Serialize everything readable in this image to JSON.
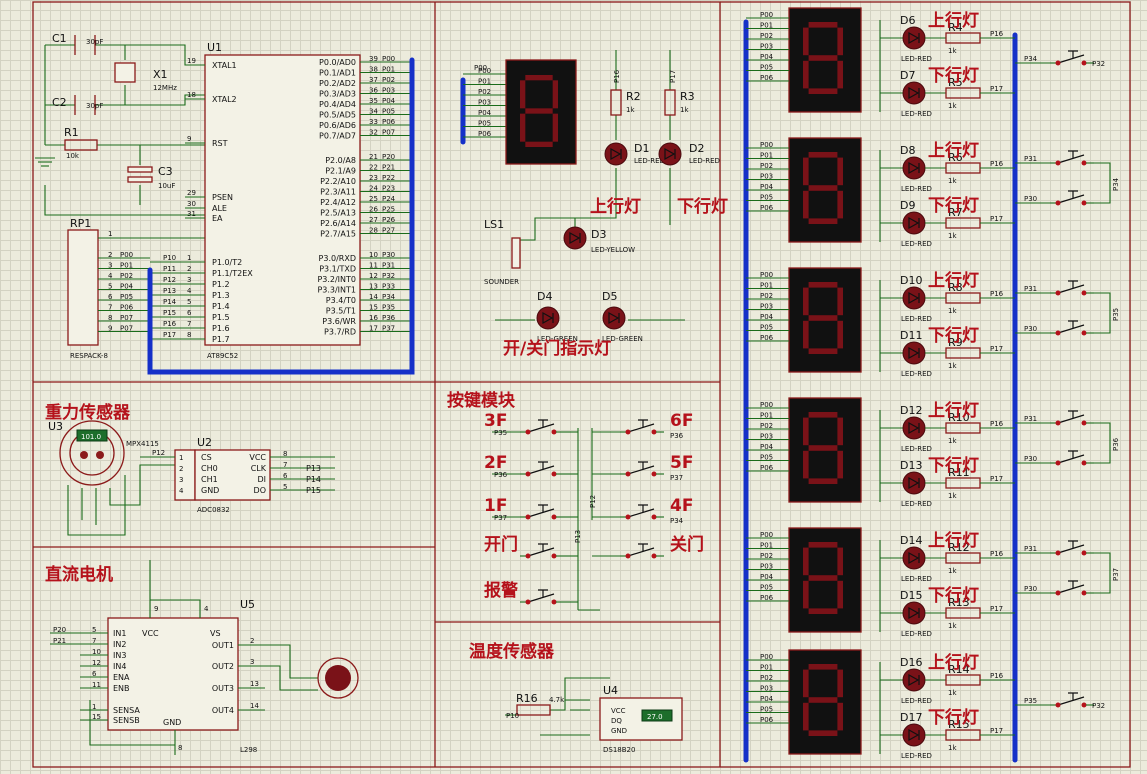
{
  "labels": {
    "c1": "C1",
    "c1_value": "30pF",
    "c2": "C2",
    "c2_value": "30pF",
    "x1": "X1",
    "x1_value": "12MHz",
    "r1": "R1",
    "r1_value": "10k",
    "c3": "C3",
    "c3_value": "10uF",
    "rp1": "RP1",
    "rp1_type": "RESPACK-8",
    "u1": "U1",
    "u1_type": "AT89C52",
    "net_p16": "P16",
    "net_p17": "P17",
    "r2": "R2",
    "r2_value": "1k",
    "r3": "R3",
    "r3_value": "1k",
    "up_lamp": "上行灯",
    "down_lamp": "下行灯",
    "ls1": "LS1",
    "ls1_type": "SOUNDER",
    "door_lamp": "开/关门指示灯",
    "gravity_title": "重力传感器",
    "u3": "U3",
    "u3_type": "MPX4115",
    "mpx_reading": "101.0",
    "u2": "U2",
    "u2_type": "ADC0832",
    "motor_title": "直流电机",
    "u5": "U5",
    "u5_type": "L298",
    "key_title": "按键模块",
    "net_p12": "P12",
    "net_p13": "P13",
    "temp_title": "温度传感器",
    "r16": "R16",
    "r16_value": "4.7k",
    "net_p10": "P10",
    "u4": "U4",
    "u4_type": "DS18B20",
    "ds_vcc": "VCC",
    "ds_dq": "DQ",
    "ds_gnd": "GND",
    "temp_reading": "27.0"
  },
  "mcu_left_pins": [
    {
      "num": "19",
      "name": "XTAL1"
    },
    {
      "num": "18",
      "name": "XTAL2"
    },
    {
      "num": "9",
      "name": "RST"
    },
    {
      "num": "29",
      "name": "PSEN"
    },
    {
      "num": "30",
      "name": "ALE"
    },
    {
      "num": "31",
      "name": "EA"
    },
    {
      "num": "1",
      "name": "P1.0/T2",
      "net": "P10"
    },
    {
      "num": "2",
      "name": "P1.1/T2EX",
      "net": "P11"
    },
    {
      "num": "3",
      "name": "P1.2",
      "net": "P12"
    },
    {
      "num": "4",
      "name": "P1.3",
      "net": "P13"
    },
    {
      "num": "5",
      "name": "P1.4",
      "net": "P14"
    },
    {
      "num": "6",
      "name": "P1.5",
      "net": "P15"
    },
    {
      "num": "7",
      "name": "P1.6",
      "net": "P16"
    },
    {
      "num": "8",
      "name": "P1.7",
      "net": "P17"
    }
  ],
  "mcu_right_pins": [
    {
      "num": "39",
      "name": "P0.0/AD0",
      "net": "P00"
    },
    {
      "num": "38",
      "name": "P0.1/AD1",
      "net": "P01"
    },
    {
      "num": "37",
      "name": "P0.2/AD2",
      "net": "P02"
    },
    {
      "num": "36",
      "name": "P0.3/AD3",
      "net": "P03"
    },
    {
      "num": "35",
      "name": "P0.4/AD4",
      "net": "P04"
    },
    {
      "num": "34",
      "name": "P0.5/AD5",
      "net": "P05"
    },
    {
      "num": "33",
      "name": "P0.6/AD6",
      "net": "P06"
    },
    {
      "num": "32",
      "name": "P0.7/AD7",
      "net": "P07"
    },
    {
      "num": "21",
      "name": "P2.0/A8",
      "net": "P20"
    },
    {
      "num": "22",
      "name": "P2.1/A9",
      "net": "P21"
    },
    {
      "num": "23",
      "name": "P2.2/A10",
      "net": "P22"
    },
    {
      "num": "24",
      "name": "P2.3/A11",
      "net": "P23"
    },
    {
      "num": "25",
      "name": "P2.4/A12",
      "net": "P24"
    },
    {
      "num": "26",
      "name": "P2.5/A13",
      "net": "P25"
    },
    {
      "num": "27",
      "name": "P2.6/A14",
      "net": "P26"
    },
    {
      "num": "28",
      "name": "P2.7/A15",
      "net": "P27"
    },
    {
      "num": "10",
      "name": "P3.0/RXD",
      "net": "P30"
    },
    {
      "num": "11",
      "name": "P3.1/TXD",
      "net": "P31"
    },
    {
      "num": "12",
      "name": "P3.2/INT0",
      "net": "P32"
    },
    {
      "num": "13",
      "name": "P3.3/INT1",
      "net": "P33"
    },
    {
      "num": "14",
      "name": "P3.4/T0",
      "net": "P34"
    },
    {
      "num": "15",
      "name": "P3.5/T1",
      "net": "P35"
    },
    {
      "num": "16",
      "name": "P3.6/WR",
      "net": "P36"
    },
    {
      "num": "17",
      "name": "P3.7/RD",
      "net": "P37"
    }
  ],
  "respack_pins": [
    {
      "num": "1"
    },
    {
      "num": "2",
      "net": "P00"
    },
    {
      "num": "3",
      "net": "P01"
    },
    {
      "num": "4",
      "net": "P02"
    },
    {
      "num": "5",
      "net": "P04"
    },
    {
      "num": "6",
      "net": "P05"
    },
    {
      "num": "7",
      "net": "P06"
    },
    {
      "num": "8",
      "net": "P07"
    },
    {
      "num": "9",
      "net": "P07"
    }
  ],
  "seg_nets": [
    "P00",
    "P01",
    "P02",
    "P03",
    "P04",
    "P05",
    "P06"
  ],
  "mid_leds": [
    {
      "ref": "D1",
      "type": "LED-RED"
    },
    {
      "ref": "D2",
      "type": "LED-RED"
    },
    {
      "ref": "D3",
      "type": "LED-YELLOW"
    },
    {
      "ref": "D4",
      "type": "LED-GREEN"
    },
    {
      "ref": "D5",
      "type": "LED-GREEN"
    }
  ],
  "adc_pins": {
    "left": [
      {
        "num": "1",
        "name": "CS",
        "net": "P12"
      },
      {
        "num": "2",
        "name": "CH0"
      },
      {
        "num": "3",
        "name": "CH1"
      },
      {
        "num": "4",
        "name": "GND"
      }
    ],
    "right": [
      {
        "num": "8",
        "name": "VCC"
      },
      {
        "num": "7",
        "name": "CLK",
        "net": "P13"
      },
      {
        "num": "6",
        "name": "DI",
        "net": "P14"
      },
      {
        "num": "5",
        "name": "DO",
        "net": "P15"
      }
    ]
  },
  "l298_pins": {
    "left": [
      {
        "num": "5",
        "name": "IN1",
        "net": "P20"
      },
      {
        "num": "7",
        "name": "IN2",
        "net": "P21"
      },
      {
        "num": "10",
        "name": "IN3"
      },
      {
        "num": "12",
        "name": "IN4"
      },
      {
        "num": "6",
        "name": "ENA"
      },
      {
        "num": "11",
        "name": "ENB"
      },
      {
        "num": "1",
        "name": "SENSA"
      },
      {
        "num": "15",
        "name": "SENSB"
      }
    ],
    "right": [
      {
        "num": "2",
        "name": "OUT1"
      },
      {
        "num": "3",
        "name": "OUT2"
      },
      {
        "num": "13",
        "name": "OUT3"
      },
      {
        "num": "14",
        "name": "OUT4"
      }
    ],
    "top": [
      {
        "num": "9",
        "name": "VCC"
      },
      {
        "num": "4",
        "name": "VS"
      }
    ],
    "bottom": [
      {
        "num": "8",
        "name": "GND"
      }
    ]
  },
  "keys": [
    {
      "floor": "3F",
      "net": "P35",
      "side": "left"
    },
    {
      "floor": "2F",
      "net": "P36",
      "side": "left"
    },
    {
      "floor": "1F",
      "net": "P37",
      "side": "left"
    },
    {
      "floor": "开门",
      "net": "",
      "side": "left"
    },
    {
      "floor": "报警",
      "net": "",
      "side": "left"
    },
    {
      "floor": "6F",
      "net": "P36",
      "side": "right"
    },
    {
      "floor": "5F",
      "net": "P37",
      "side": "right"
    },
    {
      "floor": "4F",
      "net": "P34",
      "side": "right"
    },
    {
      "floor": "关门",
      "net": "",
      "side": "right"
    }
  ],
  "floors": [
    {
      "up": {
        "ref": "D6",
        "r": "R4"
      },
      "down": {
        "ref": "D7",
        "r": "R5"
      },
      "keys": [
        {
          "net": "P34",
          "to": "P32"
        }
      ],
      "group": ""
    },
    {
      "up": {
        "ref": "D8",
        "r": "R6"
      },
      "down": {
        "ref": "D9",
        "r": "R7"
      },
      "keys": [
        {
          "net": "P31"
        },
        {
          "net": "P30"
        }
      ],
      "group": "P34"
    },
    {
      "up": {
        "ref": "D10",
        "r": "R8"
      },
      "down": {
        "ref": "D11",
        "r": "R9"
      },
      "keys": [
        {
          "net": "P31"
        },
        {
          "net": "P30"
        }
      ],
      "group": "P35"
    },
    {
      "up": {
        "ref": "D12",
        "r": "R10"
      },
      "down": {
        "ref": "D13",
        "r": "R11"
      },
      "keys": [
        {
          "net": "P31"
        },
        {
          "net": "P30"
        }
      ],
      "group": "P36"
    },
    {
      "up": {
        "ref": "D14",
        "r": "R12"
      },
      "down": {
        "ref": "D15",
        "r": "R13"
      },
      "keys": [
        {
          "net": "P31"
        },
        {
          "net": "P30"
        }
      ],
      "group": "P37"
    },
    {
      "up": {
        "ref": "D16",
        "r": "R14"
      },
      "down": {
        "ref": "D17",
        "r": "R15"
      },
      "keys": [
        {
          "net": "P35",
          "to": "P32"
        }
      ],
      "group": ""
    }
  ],
  "floor_texts": {
    "up": "上行灯",
    "down": "下行灯",
    "led_type": "LED-RED",
    "r_value": "1k",
    "up_net": "P16",
    "down_net": "P17"
  }
}
